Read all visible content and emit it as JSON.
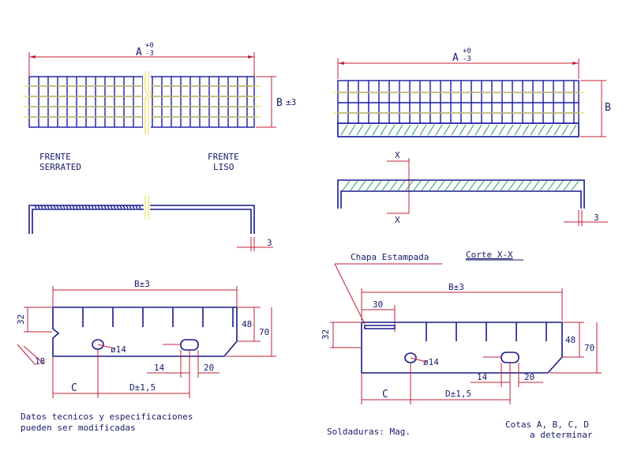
{
  "left": {
    "top_dim": "A",
    "top_tol": "+0\n-3",
    "side_dim": "B",
    "side_tol": "±3",
    "frente_serrated_1": "FRENTE",
    "frente_serrated_2": "SERRATED",
    "frente_liso_1": "FRENTE",
    "frente_liso_2": "LISO",
    "thick": "3",
    "bottom_top_dim": "B±3",
    "h32": "32",
    "h48": "48",
    "h70": "70",
    "hole": "ø14",
    "d14": "14",
    "d20": "20",
    "d18": "18",
    "c": "C",
    "d": "D±1,5"
  },
  "right": {
    "top_dim": "A",
    "top_tol": "+0\n-3",
    "side_dim": "B",
    "x_top": "X",
    "x_bottom": "X",
    "thick": "3",
    "corte": "Corte X-X",
    "chapa": "Chapa Estampada",
    "bottom_top_dim": "B±3",
    "d30": "30",
    "h32": "32",
    "h48": "48",
    "h70": "70",
    "hole": "ø14",
    "d14": "14",
    "d20": "20",
    "c": "C",
    "d": "D±1,5"
  },
  "notes": {
    "datos_1": "Datos tecnicos y especificaciones",
    "datos_2": "pueden ser modificadas",
    "soldaduras": "Soldaduras: Mag.",
    "cotas_1": "Cotas A, B, C, D",
    "cotas_2": "a determinar"
  }
}
